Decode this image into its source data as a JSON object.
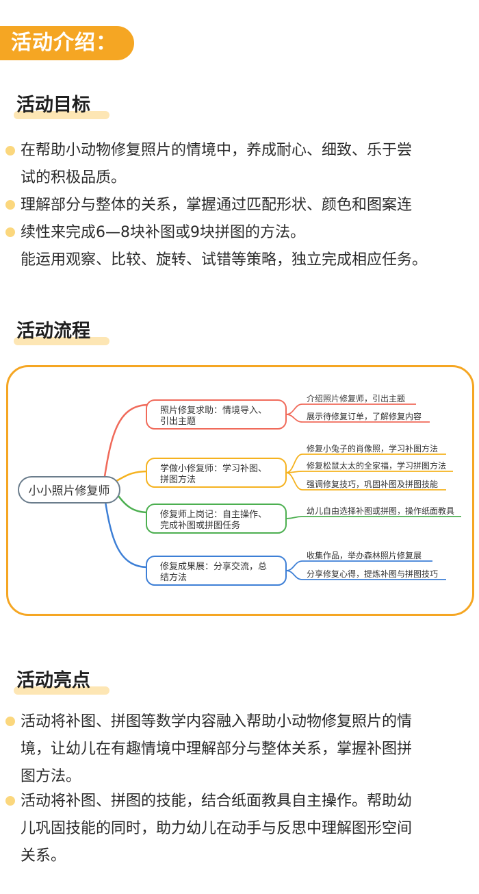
{
  "header": {
    "badge": "活动介绍："
  },
  "goals": {
    "title": "活动目标",
    "lines": [
      "在帮助小动物修复照片的情境中，养成耐心、细致、乐于尝",
      "试的积极品质。",
      "理解部分与整体的关系，掌握通过匹配形状、颜色和图案连",
      "续性来完成6—8块补图或9块拼图的方法。",
      "能运用观察、比较、旋转、试错等策略，独立完成相应任务。"
    ]
  },
  "process": {
    "title": "活动流程",
    "root": "小小照片修复师",
    "branches": [
      {
        "label1": "照片修复求助：情境导入、",
        "label2": "引出主题",
        "color": "#f06a5a",
        "leaves": [
          "介绍照片修复师，引出主题",
          "展示待修复订单，了解修复内容"
        ]
      },
      {
        "label1": "学做小修复师：学习补图、",
        "label2": "拼图方法",
        "color": "#f5b21f",
        "leaves": [
          "修复小兔子的肖像照，学习补图方法",
          "修复松鼠太太的全家福，学习拼图方法",
          "强调修复技巧，巩固补图及拼图技能"
        ]
      },
      {
        "label1": "修复师上岗记：自主操作、",
        "label2": "完成补图或拼图任务",
        "color": "#4caf50",
        "leaves": [
          "幼儿自由选择补图或拼图，操作纸面教具"
        ]
      },
      {
        "label1": "修复成果展：分享交流，总",
        "label2": "结方法",
        "color": "#3d7fd6",
        "leaves": [
          "收集作品，举办森林照片修复展",
          "分享修复心得，提炼补图与拼图技巧"
        ]
      }
    ]
  },
  "highlights": {
    "title": "活动亮点",
    "lines": [
      "活动将补图、拼图等数学内容融入帮助小动物修复照片的情",
      "境，让幼儿在有趣情境中理解部分与整体关系，掌握补图拼",
      "图方法。",
      "活动将补图、拼图的技能，结合纸面教具自主操作。帮助幼",
      "儿巩固技能的同时，助力幼儿在动手与反思中理解图形空间",
      "关系。"
    ]
  }
}
